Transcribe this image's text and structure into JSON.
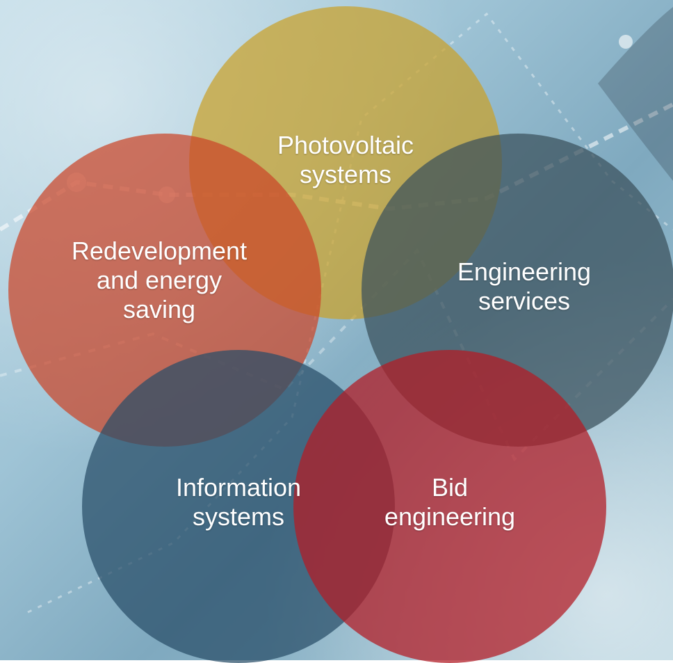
{
  "services": [
    {
      "key": "photovoltaic",
      "label_lines": [
        "Photovoltaic",
        "systems"
      ],
      "color": "#c9a12a"
    },
    {
      "key": "redevelopment",
      "label_lines": [
        "Redevelopment",
        "and energy",
        "saving"
      ],
      "color": "#c9472a"
    },
    {
      "key": "engineering-services",
      "label_lines": [
        "Engineering",
        "services"
      ],
      "color": "#3d5a66"
    },
    {
      "key": "information-systems",
      "label_lines": [
        "Information",
        "systems"
      ],
      "color": "#2f5670"
    },
    {
      "key": "bid-engineering",
      "label_lines": [
        "Bid",
        "engineering"
      ],
      "color": "#b3202a"
    }
  ]
}
